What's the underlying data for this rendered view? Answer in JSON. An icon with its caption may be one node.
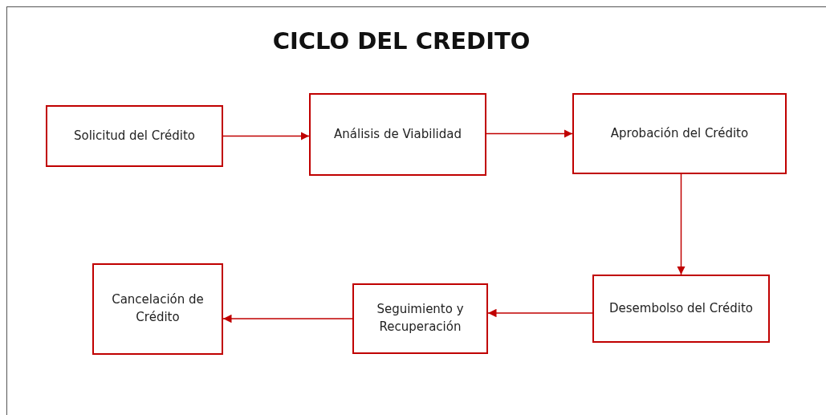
{
  "diagram": {
    "title": "CICLO DEL CREDITO",
    "nodes": [
      {
        "text": [
          "Solicitud del Crédito"
        ]
      },
      {
        "text": [
          "Análisis de Viabilidad"
        ]
      },
      {
        "text": [
          "Aprobación del Crédito"
        ]
      },
      {
        "text": [
          "Desembolso del Crédito"
        ]
      },
      {
        "text": [
          "Seguimiento y Recuperación"
        ]
      },
      {
        "text": [
          "Cancelación de Crédito"
        ]
      }
    ],
    "edges": [
      {
        "from": 0,
        "to": 1,
        "arrow": "to"
      },
      {
        "from": 1,
        "to": 2,
        "arrow": "to"
      },
      {
        "from": 2,
        "to": 3,
        "arrow": "to"
      },
      {
        "from": 3,
        "to": 4,
        "arrow": "to"
      },
      {
        "from": 4,
        "to": 5,
        "arrow": "to"
      }
    ]
  }
}
